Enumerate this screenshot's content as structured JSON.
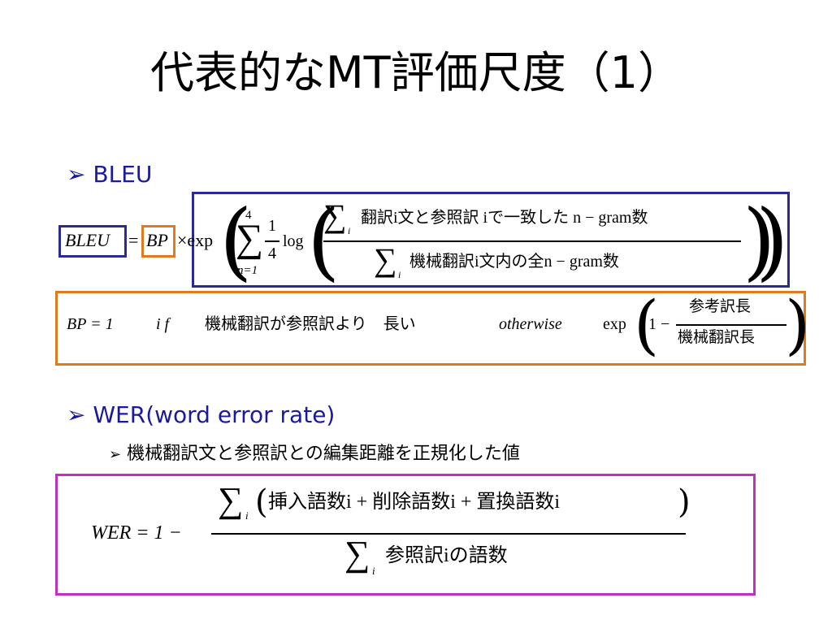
{
  "title": "代表的なMT評価尺度（1）",
  "bullets": {
    "arrow": "➢",
    "bleu": "BLEU",
    "wer": "WER(word error rate)",
    "wer_sub": "機械翻訳文と参照訳との編集距離を正規化した値"
  },
  "bleu_formula": {
    "lhs": "BLEU",
    "eq": "=",
    "bp": "BP",
    "times": "×exp",
    "sum_top": "4",
    "sum_bottom": "n=1",
    "sigma": "∑",
    "frac_num": "1",
    "frac_den": "4",
    "log": "log",
    "sub_i": "i",
    "num_text": "翻訳i文と参照訳 iで一致した n − gram数",
    "den_text": "機械翻訳i文内の全n − gram数"
  },
  "bp_formula": {
    "lhs": "BP = 1",
    "if": "i f",
    "condition": "機械翻訳が参照訳より　長い",
    "otherwise": "otherwise",
    "exp": "exp",
    "one_minus": "1 −",
    "num": "参考訳長",
    "den": "機械翻訳長"
  },
  "wer_formula": {
    "lhs": "WER = 1 −",
    "sigma": "∑",
    "sub_i": "i",
    "num_text": "挿入語数i + 削除語数i + 置換語数i",
    "den_text": "参照訳iの語数"
  }
}
